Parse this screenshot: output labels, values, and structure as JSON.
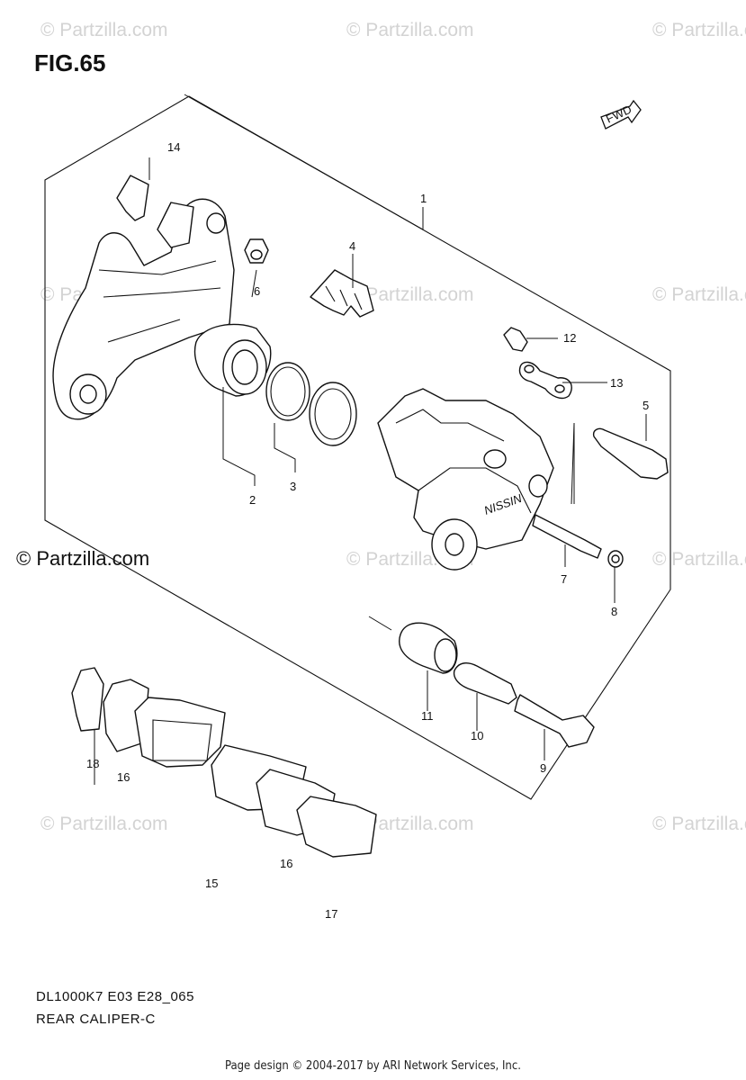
{
  "figure_title": "FIG.65",
  "watermark": "© Partzilla.com",
  "copyright": "© Partzilla.com",
  "fwd_label": "FWD",
  "model_code": "DL1000K7 E03 E28_065",
  "caption": "REAR CALIPER-C",
  "footer": "Page design © 2004-2017 by ARI Network Services, Inc.",
  "callouts": {
    "c1": "1",
    "c2": "2",
    "c3": "3",
    "c4": "4",
    "c5": "5",
    "c6": "6",
    "c7": "7",
    "c8": "8",
    "c9": "9",
    "c10": "10",
    "c11": "11",
    "c12": "12",
    "c13": "13",
    "c14": "14",
    "c15": "15",
    "c16a": "16",
    "c16b": "16",
    "c17": "17",
    "c18": "18"
  },
  "caliper_brand": "NISSIN"
}
